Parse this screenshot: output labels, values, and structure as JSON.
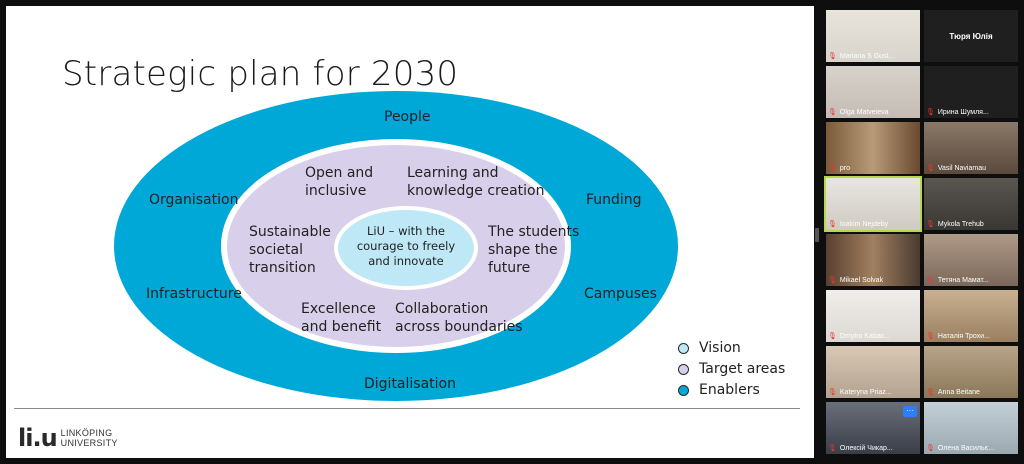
{
  "slide": {
    "title": "Strategic plan for 2030",
    "outer_labels": {
      "top": "People",
      "left_upper": "Organisation",
      "left_lower": "Infrastructure",
      "right_upper": "Funding",
      "right_lower": "Campuses",
      "bottom": "Digitalisation"
    },
    "middle_labels": {
      "top_left": "Open and\ninclusive",
      "top_right": "Learning and\nknowledge creation",
      "left": "Sustainable\nsocietal\ntransition",
      "right": "The students\nshape the\nfuture",
      "bottom_left": "Excellence\nand benefit",
      "bottom_right": "Collaboration\nacross boundaries"
    },
    "center_label": "LiU – with the\ncourage to freely\nand innovate",
    "legend": [
      {
        "label": "Vision",
        "color": "#bfe8f6"
      },
      {
        "label": "Target areas",
        "color": "#d8d0ea"
      },
      {
        "label": "Enablers",
        "color": "#00a8d8"
      }
    ],
    "colors": {
      "outer": "#00a8d8",
      "middle": "#d8d0ea",
      "inner": "#bfe8f6"
    },
    "logo_mark": "li.u",
    "logo_line1": "LINKÖPING",
    "logo_line2": "UNIVERSITY"
  },
  "participants": [
    {
      "name": "Mariana S Gust...",
      "photo": "#d8d4cc"
    },
    {
      "name": "Тюря Юлія",
      "photo": "#1f1f1f"
    },
    {
      "name": "Olga Matveieva",
      "photo": "#cfc7c0"
    },
    {
      "name": "Ирина Шумля...",
      "photo": "#1f1f1f"
    },
    {
      "name": "pro",
      "photo": "#7a6a58"
    },
    {
      "name": "Vasil Naviamau",
      "photo": "#6b5a4a"
    },
    {
      "name": "Ioakim Nejdeby",
      "photo": "#d9d6d0"
    },
    {
      "name": "Mykola Trehub",
      "photo": "#4d4a44"
    },
    {
      "name": "Mikael Solvak",
      "photo": "#6e5a48"
    },
    {
      "name": "Тетяна Мамат...",
      "photo": "#9a8878"
    },
    {
      "name": "Dmytro Kabac...",
      "photo": "#e6e4e0"
    },
    {
      "name": "Наталія Трохи...",
      "photo": "#b9a48a"
    },
    {
      "name": "Kateryna Priaz...",
      "photo": "#c8b8a6"
    },
    {
      "name": "Anna Beitane",
      "photo": "#a89478"
    },
    {
      "name": "Олексій Чикар...",
      "photo": "#4a4e58"
    },
    {
      "name": "Олена Васильє...",
      "photo": "#b6c2c8"
    }
  ],
  "more_button": "···"
}
